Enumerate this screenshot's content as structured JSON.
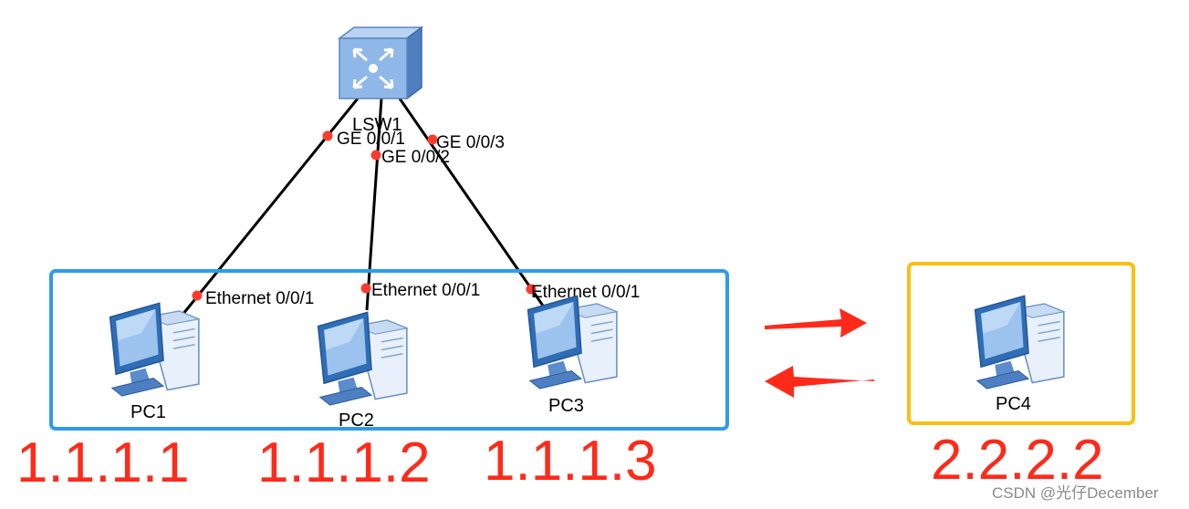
{
  "switch": {
    "label": "LSW1",
    "icon": "switch-icon"
  },
  "switch_ports": {
    "p1": "GE 0/0/1",
    "p2": "GE 0/0/2",
    "p3": "GE 0/0/3"
  },
  "pcs": [
    {
      "label": "PC1",
      "port": "Ethernet 0/0/1",
      "ip": "1.1.1.1",
      "icon": "pc-icon"
    },
    {
      "label": "PC2",
      "port": "Ethernet 0/0/1",
      "ip": "1.1.1.2",
      "icon": "pc-icon"
    },
    {
      "label": "PC3",
      "port": "Ethernet 0/0/1",
      "ip": "1.1.1.3",
      "icon": "pc-icon"
    },
    {
      "label": "PC4",
      "ip": "2.2.2.2",
      "icon": "pc-icon"
    }
  ],
  "colors": {
    "group_box": "#2f9bea",
    "isolated_box": "#fbbf12",
    "annotation_red": "#ff2a1a",
    "link": "#000000",
    "port_dot": "#ff3b30"
  },
  "watermark": "CSDN @光仔December"
}
